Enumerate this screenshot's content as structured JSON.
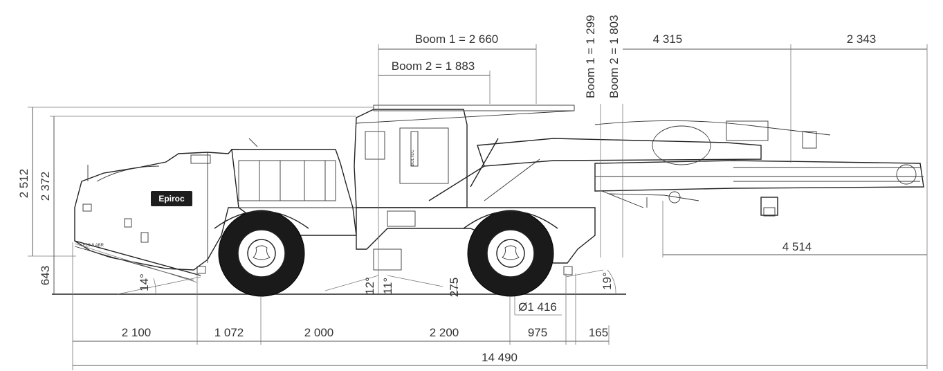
{
  "dimensions": {
    "boom1_length": "Boom 1 = 2 660",
    "boom2_length": "Boom 2 = 1 883",
    "boom1_height": "Boom 1 = 1 299",
    "boom2_height": "Boom 2 = 1 803",
    "top_4315": "4 315",
    "top_2343": "2 343",
    "height_2512": "2 512",
    "height_2372": "2 372",
    "ground_643": "643",
    "angle_14": "14°",
    "angle_12": "12°",
    "angle_11": "11°",
    "angle_19": "19°",
    "clearance_275": "275",
    "wheel_diameter": "Ø1 416",
    "reach_4514": "4 514",
    "seg_2100": "2 100",
    "seg_1072": "1 072",
    "seg_2000": "2 000",
    "seg_2200": "2 200",
    "seg_975": "975",
    "seg_165": "165",
    "overall_length": "14 490"
  },
  "labels": {
    "brand": "Epiroc",
    "model_plate": "E10 S ABR",
    "cab_label": "BOLTEC"
  }
}
